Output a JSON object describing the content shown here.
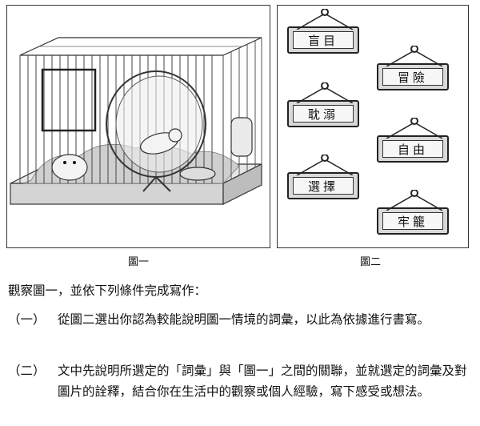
{
  "figure1": {
    "caption": "圖一"
  },
  "figure2": {
    "caption": "圖二",
    "signs": [
      {
        "label": "盲目"
      },
      {
        "label": "冒險"
      },
      {
        "label": "耽溺"
      },
      {
        "label": "自由"
      },
      {
        "label": "選擇"
      },
      {
        "label": "牢籠"
      }
    ]
  },
  "instructions": {
    "intro": "觀察圖一，並依下列條件完成寫作：",
    "items": [
      {
        "num": "（一）",
        "text": "從圖二選出你認為較能說明圖一情境的詞彙，以此為依據進行書寫。"
      },
      {
        "num": "（二）",
        "text": "文中先說明所選定的「詞彙」與「圖一」之間的關聯，並就選定的詞彙及對圖片的詮釋，結合你在生活中的觀察或個人經驗，寫下感受或想法。"
      }
    ]
  }
}
